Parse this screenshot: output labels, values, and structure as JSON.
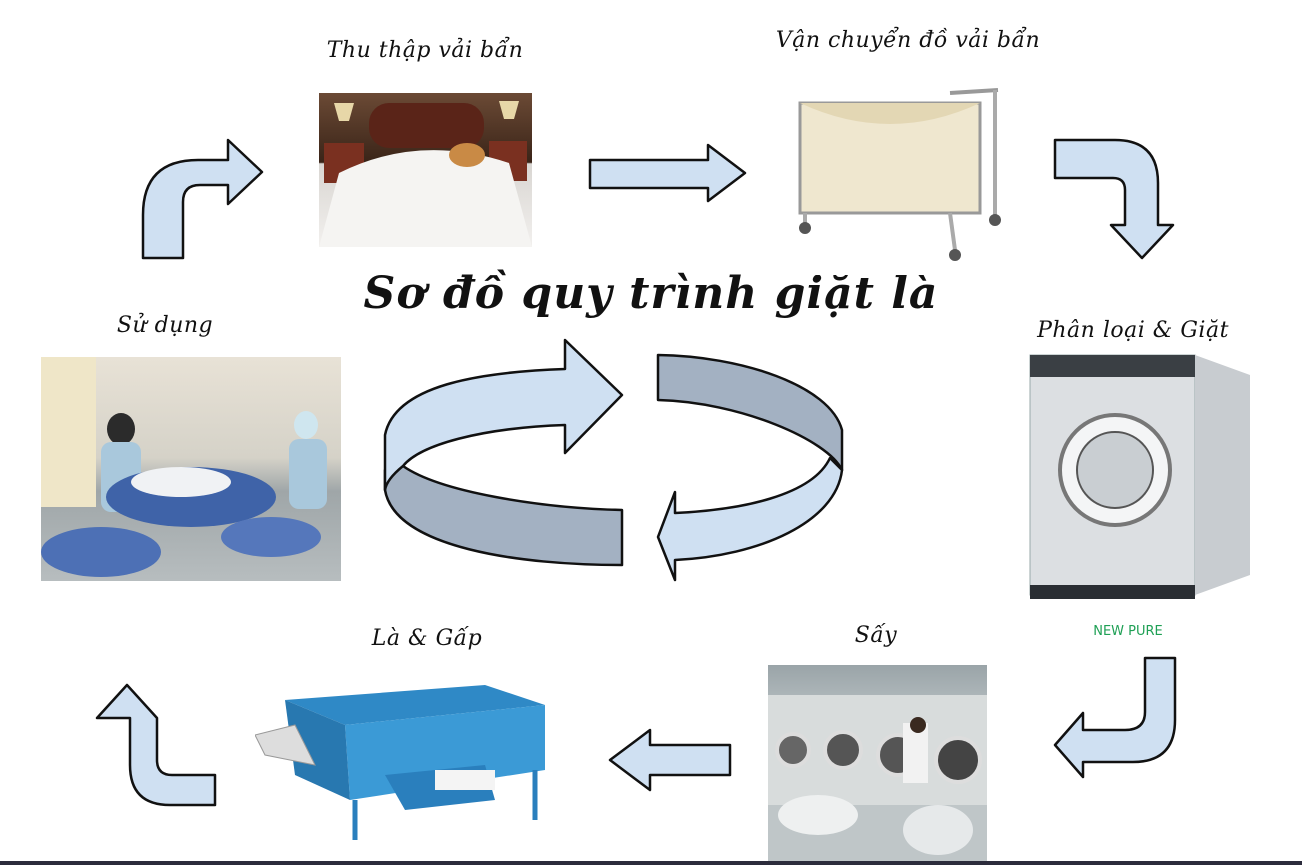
{
  "title": "Sơ đồ quy trình giặt là",
  "steps": [
    {
      "label": "Thu thập vải bẩn",
      "image": "bed-with-dirty-linen"
    },
    {
      "label": "Vận chuyển đồ vải bẩn",
      "image": "laundry-cart"
    },
    {
      "label": "Phân loại & Giặt",
      "image": "washing-machine"
    },
    {
      "label": "Sấy",
      "image": "industrial-dryers"
    },
    {
      "label": "Là & Gấp",
      "image": "ironing-folding-machine"
    },
    {
      "label": "Sử dụng",
      "image": "workers-sorting-linen"
    }
  ],
  "washer_brand": "NEW PURE",
  "colors": {
    "arrow_light": "#cfe0f2",
    "arrow_dark": "#a3b1c2",
    "outline": "#111111",
    "brand": "#1fa055"
  }
}
